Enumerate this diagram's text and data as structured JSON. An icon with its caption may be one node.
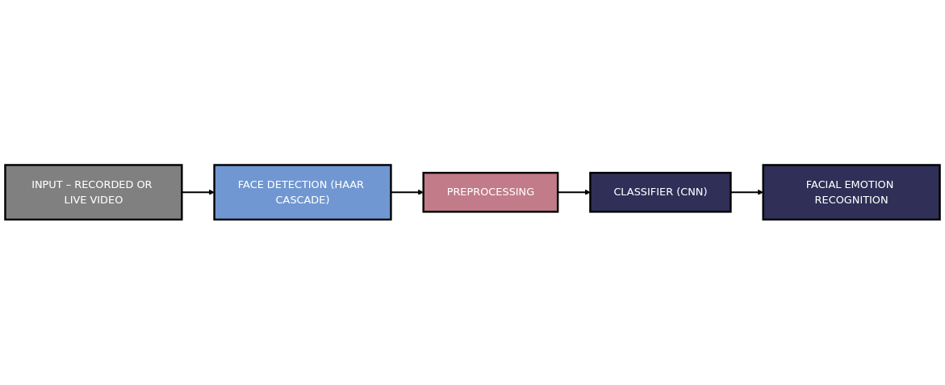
{
  "diagram": {
    "nodes": [
      {
        "text": [
          "INPUT – RECORDED OR LIVE VIDEO"
        ]
      },
      {
        "text": [
          "FACE DETECTION (HAAR CASCADE)"
        ]
      },
      {
        "text": [
          "PREPROCESSING"
        ]
      },
      {
        "text": [
          "CLASSIFIER (CNN)"
        ]
      },
      {
        "text": [
          "FACIAL EMOTION RECOGNITION"
        ]
      }
    ],
    "edges": [
      {
        "from": 0,
        "to": 1,
        "arrow": "to"
      },
      {
        "from": 1,
        "to": 2,
        "arrow": "to"
      },
      {
        "from": 2,
        "to": 3,
        "arrow": "to"
      },
      {
        "from": 3,
        "to": 4,
        "arrow": "to"
      }
    ]
  }
}
